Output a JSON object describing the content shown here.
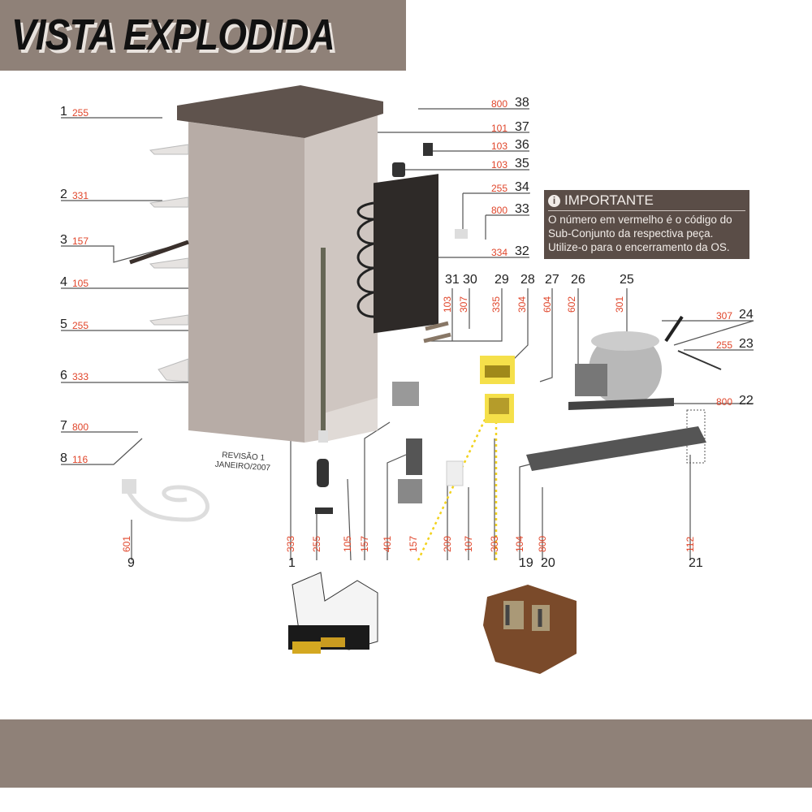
{
  "header": {
    "title": "VISTA EXPLODIDA"
  },
  "note": {
    "icon": "info-icon",
    "title": "IMPORTANTE",
    "lines": [
      "O número em vermelho é o código do",
      "Sub-Conjunto da respectiva peça.",
      "Utilize-o para o encerramento da OS."
    ]
  },
  "revision": {
    "line1": "REVISÃO 1",
    "line2": "JANEIRO/2007"
  },
  "left_callouts": [
    {
      "n": "1",
      "c": "255"
    },
    {
      "n": "2",
      "c": "331"
    },
    {
      "n": "3",
      "c": "157"
    },
    {
      "n": "4",
      "c": "105"
    },
    {
      "n": "5",
      "c": "255"
    },
    {
      "n": "6",
      "c": "333"
    },
    {
      "n": "7",
      "c": "800"
    },
    {
      "n": "8",
      "c": "116"
    }
  ],
  "right_callouts": [
    {
      "n": "38",
      "c": "800"
    },
    {
      "n": "37",
      "c": "101"
    },
    {
      "n": "36",
      "c": "103"
    },
    {
      "n": "35",
      "c": "103"
    },
    {
      "n": "34",
      "c": "255"
    },
    {
      "n": "33",
      "c": "800"
    },
    {
      "n": "32",
      "c": "334"
    },
    {
      "n": "24",
      "c": "307"
    },
    {
      "n": "23",
      "c": "255"
    },
    {
      "n": "22",
      "c": "800"
    }
  ],
  "top_callouts": [
    {
      "n": "31",
      "c": "103"
    },
    {
      "n": "30",
      "c": "307"
    },
    {
      "n": "29",
      "c": "335"
    },
    {
      "n": "28",
      "c": "304"
    },
    {
      "n": "27",
      "c": "604"
    },
    {
      "n": "26",
      "c": "602"
    },
    {
      "n": "25",
      "c": "301"
    }
  ],
  "bottom_codes": [
    "601",
    "333",
    "255",
    "105",
    "157",
    "401",
    "157",
    "209",
    "107",
    "303",
    "104",
    "800",
    "112"
  ],
  "bottom_numbers": [
    "9",
    "1",
    "19",
    "20",
    "21"
  ]
}
